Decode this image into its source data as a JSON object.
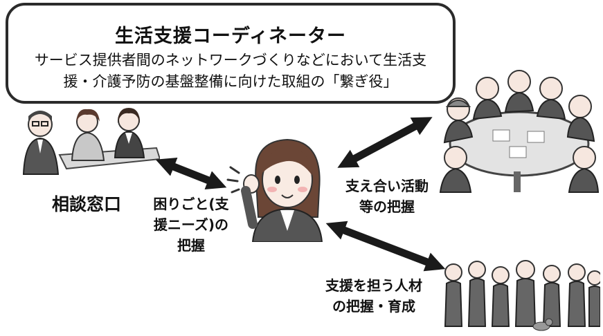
{
  "title": {
    "main": "生活支援コーディネーター",
    "description": "サービス提供者間のネットワークづくりなどにおいて生活支援・介護予防の基盤整備に向けた取組の「繋ぎ役」"
  },
  "nodes": {
    "consultation": {
      "label": "相談窓口"
    },
    "needs": {
      "label": "困りごと(支\n援ニーズ)の\n把握"
    },
    "activities": {
      "label": "支え合い活動\n等の把握"
    },
    "human_resources": {
      "label": "支援を担う人材\nの把握・育成"
    }
  },
  "colors": {
    "border": "#2b2b2b",
    "arrow": "#1a1a1a",
    "skin": "#f6e7df",
    "hair": "#5a3a2e"
  }
}
